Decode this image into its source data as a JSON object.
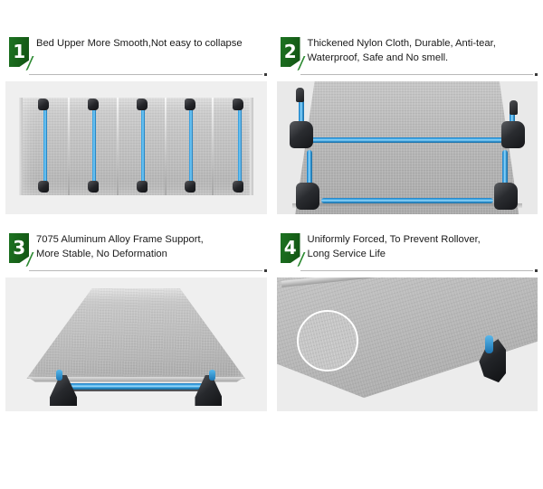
{
  "page": {
    "background_color": "#ffffff",
    "accent_green": "#176219",
    "text_color": "#1a1a1a",
    "rule_color": "#b9b9b9",
    "photo_bg": "#ececec",
    "pole_blue": "#46aeea",
    "clip_black": "#232428"
  },
  "features": [
    {
      "number": "1",
      "lines": [
        "Bed Upper More Smooth,Not easy to collapse"
      ],
      "image_alt": "folded-cot-top-view"
    },
    {
      "number": "2",
      "lines": [
        "Thickened Nylon Cloth, Durable, Anti-tear,",
        "Waterproof, Safe and No smell."
      ],
      "image_alt": "nylon-cloth-closeup"
    },
    {
      "number": "3",
      "lines": [
        "7075 Aluminum Alloy Frame Support,",
        "More Stable, No Deformation"
      ],
      "image_alt": "assembled-cot-perspective"
    },
    {
      "number": "4",
      "lines": [
        "Uniformly Forced, To Prevent Rollover,",
        "Long Service Life"
      ],
      "image_alt": "corner-closeup-with-magnifier"
    }
  ]
}
